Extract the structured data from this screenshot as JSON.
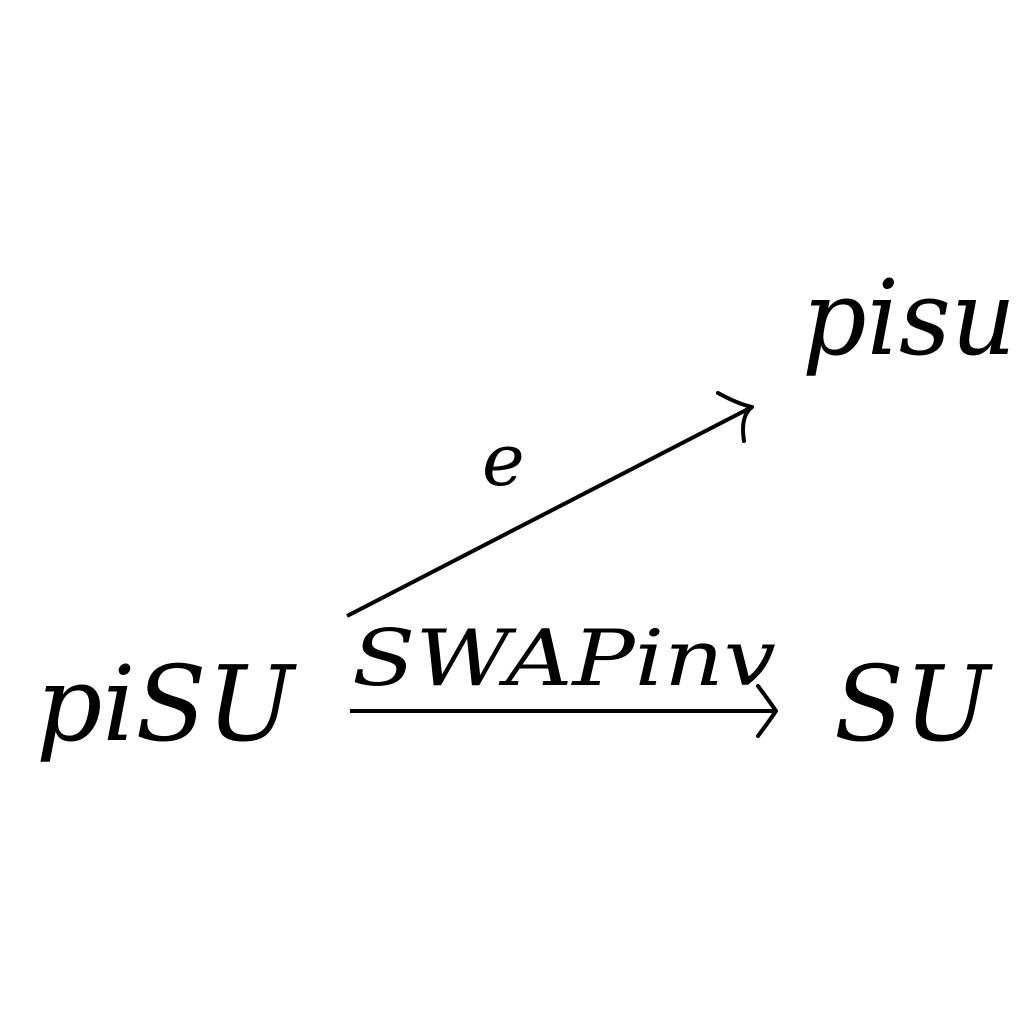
{
  "diagram": {
    "nodes": {
      "source": "piSU",
      "target_top": "pisu",
      "target_bottom": "SU"
    },
    "arrows": {
      "diagonal_label": "e",
      "horizontal_label": "SWAPinv"
    }
  }
}
